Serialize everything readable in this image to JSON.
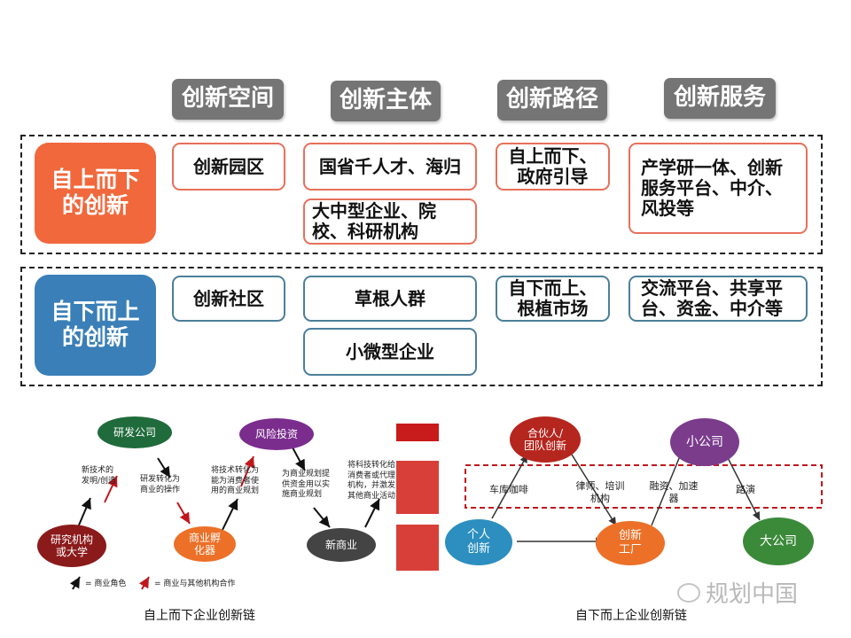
{
  "headers": [
    "创新空间",
    "创新主体",
    "创新路径",
    "创新服务"
  ],
  "top_row": {
    "label": "自上而下\n的创新",
    "cells": {
      "space": "创新园区",
      "subject1": "国省千人才、海归",
      "subject2": "大中型企业、院校、科研机构",
      "path": "自上而下、政府引导",
      "service": "产学研一体、创新服务平台、中介、风投等"
    }
  },
  "bottom_row": {
    "label": "自下而上\n的创新",
    "cells": {
      "space": "创新社区",
      "subject1": "草根人群",
      "subject2": "小微型企业",
      "path": "自下而上、根植市场",
      "service": "交流平台、共享平台、资金、中介等"
    }
  },
  "left_diagram": {
    "nodes": {
      "research": "研究机构\n或大学",
      "rd_company": "研发公司",
      "incubator": "商业孵\n化器",
      "vc": "风险投资",
      "new_business": "新商业"
    },
    "notes": {
      "n1": "新技术的\n发明/创造",
      "n2": "研发转化为\n商业的操作",
      "n3": "将技术转化为\n能为消费者使\n用的商业规划",
      "n4": "为商业规划提\n供资金用以实\n施商业规划",
      "n5": "将科技转化给\n消费者或代理\n机构，并激发\n其他商业活动"
    },
    "legend": {
      "black": "= 商业角色",
      "red": "= 商业与其他机构合作"
    },
    "caption": "自上而下企业创新链"
  },
  "right_diagram": {
    "nodes": {
      "partner": "合伙人/\n团队创新",
      "small_company": "小公司",
      "individual": "个人\n创新",
      "factory": "创新\n工厂",
      "big_company": "大公司"
    },
    "labels": {
      "l1": "车库咖啡",
      "l2": "律师、培训\n机构",
      "l3": "融资、加速\n器",
      "l4": "路演"
    },
    "caption": "自下而上企业创新链"
  },
  "watermark": "规划中国",
  "colors": {
    "header_bg": "#757575",
    "top_label": "#f1683c",
    "bottom_label": "#3a7fb7",
    "orange_border": "#e7705b",
    "blue_border": "#4b7f9a",
    "dark_red": "#8b1a1a",
    "green": "#1f6b3b",
    "purple": "#7b2d8e",
    "orange_node": "#ec7027",
    "gray_node": "#444444"
  }
}
